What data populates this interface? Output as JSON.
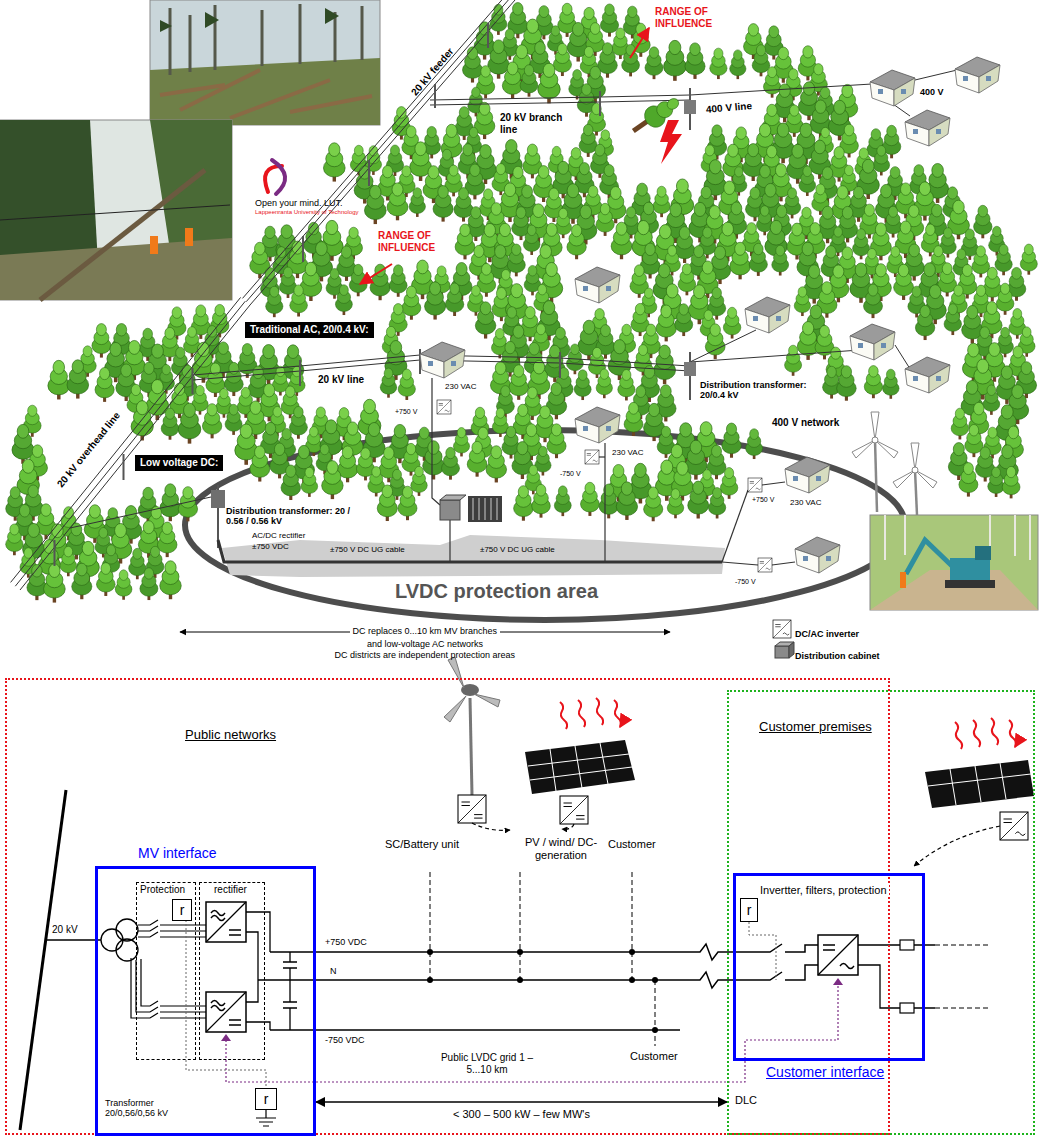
{
  "diagram": {
    "nodes": [
      {
        "text": [
          "Traditional AC, 20/0.4 kV:"
        ]
      },
      {
        "text": [
          "Low voltage DC:"
        ]
      },
      {
        "text": [
          "Public networks"
        ]
      },
      {
        "text": [
          "MV interface"
        ],
        "in": 2
      },
      {
        "text": [
          "Protection"
        ],
        "in": 3
      },
      {
        "text": [
          "r"
        ],
        "in": 4
      },
      {
        "text": [
          "rectifier"
        ],
        "in": 3
      },
      {
        "text": [
          "r"
        ],
        "in": 3
      },
      {
        "text": [
          "Customer premises"
        ]
      },
      {
        "text": [
          "Invertter, filters, protection",
          "Customer interface"
        ],
        "in": 8
      },
      {
        "text": [
          "r"
        ],
        "in": 9
      }
    ],
    "edges": [
      {
        "from": 3,
        "to": 8,
        "arrow": "both",
        "label": "< 300 – 500 kW – few MW's"
      }
    ],
    "labels": [
      "RANGE OF INFLUENCE",
      "20 kV feeder",
      "20 kV branch line",
      "400 V line",
      "400 V",
      "Open your mind. LUT.",
      "Lappeenranta University of Technology",
      "RANGE OF INFLUENCE",
      "20 kV overhead line",
      "20 kV line",
      "Distribution transformer: 20/0.4 kV",
      "400 V network",
      "230 VAC",
      "+750 V",
      "230 VAC",
      "-750 V",
      "230 VAC",
      "+750 V",
      "-750 V",
      "Distribution transformer: 20 / 0.56 / 0.56 kV",
      "AC/DC rectifier",
      "±750 VDC",
      "±750 V DC UG cable",
      "±750 V DC UG cable",
      "LVDC protection area",
      "DC replaces 0...10 km MV branches",
      "and low-voltage AC networks",
      "DC districts are independent protection areas",
      "PV / wind/ DC-generation",
      "SC/Battery unit",
      "Customer",
      "20 kV",
      "+750 VDC",
      "N",
      "-750 VDC",
      "Transformer 20/0,56/0,56 kV",
      "Public LVDC grid 1 – 5...10 km",
      "Customer",
      "DLC"
    ],
    "legend": [
      {
        "text": "DC/AC inverter"
      },
      {
        "text": "Distribution cabinet"
      }
    ]
  }
}
